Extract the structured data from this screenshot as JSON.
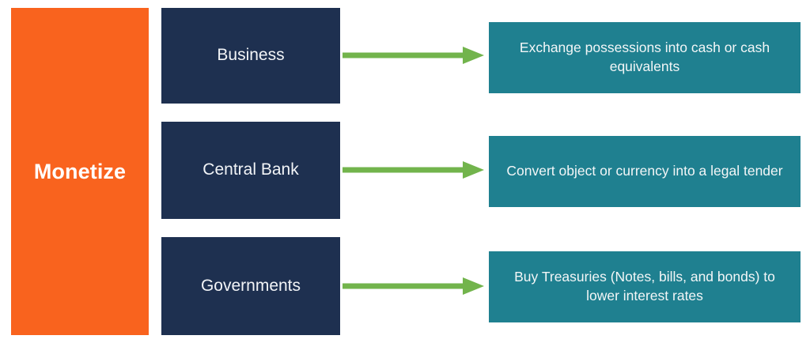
{
  "diagram": {
    "title": "Monetize",
    "colors": {
      "master": "#f9631e",
      "actor": "#1e3050",
      "description": "#1f8090",
      "arrow": "#72b44c",
      "text_light": "#ffffff",
      "background": "#ffffff"
    },
    "master": {
      "label": "Monetize"
    },
    "rows": [
      {
        "actor": "Business",
        "arrow": "arrow-right",
        "description": "Exchange possessions into cash or cash equivalents"
      },
      {
        "actor": "Central Bank",
        "arrow": "arrow-right",
        "description": "Convert object or currency into a legal tender"
      },
      {
        "actor": "Governments",
        "arrow": "arrow-right",
        "description": "Buy Treasuries (Notes, bills, and bonds) to lower interest rates"
      }
    ]
  }
}
